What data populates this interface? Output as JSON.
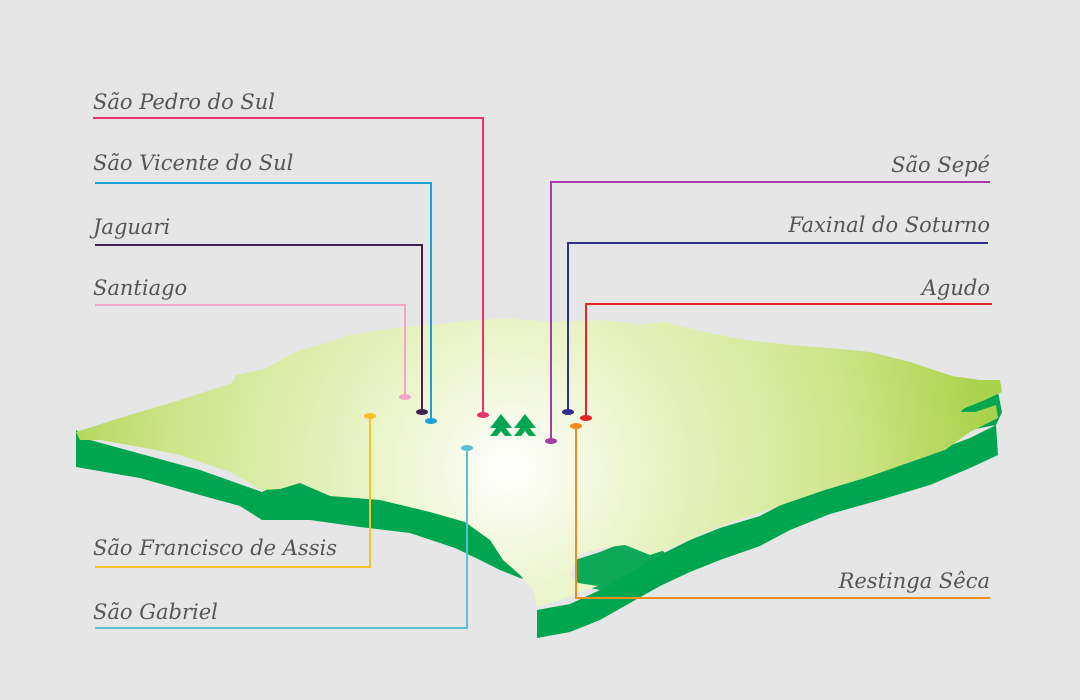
{
  "colors": {
    "background": "#e6e6e6",
    "map_edge": "#00a550",
    "map_top_center": "#ffffff",
    "map_top_outer": "#b6d957",
    "label_text": "#555555"
  },
  "markers": [
    {
      "id": "sao-pedro-do-sul",
      "name": "São Pedro do Sul",
      "color": "#e8336c",
      "side": "left"
    },
    {
      "id": "sao-vicente-do-sul",
      "name": "São Vicente do Sul",
      "color": "#1a9fd9",
      "side": "left"
    },
    {
      "id": "jaguari",
      "name": "Jaguari",
      "color": "#3c2350",
      "side": "left"
    },
    {
      "id": "santiago",
      "name": "Santiago",
      "color": "#f2a7c8",
      "side": "left"
    },
    {
      "id": "sao-francisco-de-assis",
      "name": "São Francisco de Assis",
      "color": "#fbc02d",
      "side": "left"
    },
    {
      "id": "sao-gabriel",
      "name": "São Gabriel",
      "color": "#5bc0d4",
      "side": "left"
    },
    {
      "id": "sao-sepe",
      "name": "São Sepé",
      "color": "#a43da8",
      "side": "right"
    },
    {
      "id": "faxinal-do-soturno",
      "name": "Faxinal do Soturno",
      "color": "#2f2f8c",
      "side": "right"
    },
    {
      "id": "agudo",
      "name": "Agudo",
      "color": "#e42424",
      "side": "right"
    },
    {
      "id": "restinga-seca",
      "name": "Restinga Sêca",
      "color": "#f18a1f",
      "side": "right"
    }
  ],
  "center_icon": "double-chevron-up-icon"
}
